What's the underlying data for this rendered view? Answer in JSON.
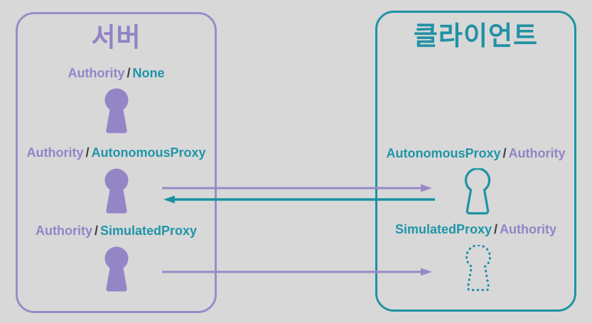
{
  "diagram": {
    "server_box": {
      "title": "서버",
      "rows": [
        {
          "first": "Authority",
          "sep": "/",
          "second": "None"
        },
        {
          "first": "Authority",
          "sep": "/",
          "second": "AutonomousProxy"
        },
        {
          "first": "Authority",
          "sep": "/",
          "second": "SimulatedProxy"
        }
      ],
      "figures": [
        "filled-pawn",
        "filled-pawn",
        "filled-pawn"
      ]
    },
    "client_box": {
      "title": "클라이언트",
      "rows": [
        {
          "first": "AutonomousProxy",
          "sep": "/",
          "second": "Authority"
        },
        {
          "first": "SimulatedProxy",
          "sep": "/",
          "second": "Authority"
        }
      ],
      "figures": [
        "outline-pawn",
        "dotted-pawn"
      ]
    },
    "arrows": [
      {
        "id": "autonomous-row-server-to-client",
        "color": "purple",
        "direction": "right"
      },
      {
        "id": "autonomous-row-client-to-server",
        "color": "teal",
        "direction": "left"
      },
      {
        "id": "simulated-row-server-to-client",
        "color": "purple",
        "direction": "right"
      }
    ],
    "colors": {
      "background": "#d8d8d8",
      "purple": "#9a8cc8",
      "teal": "#1e93a4",
      "slash": "#3d3d3d"
    },
    "icons": {
      "filled-pawn": "solid purple keyhole pawn figure",
      "outline-pawn": "teal outlined keyhole pawn figure",
      "dotted-pawn": "teal dotted-outline keyhole pawn figure"
    }
  }
}
